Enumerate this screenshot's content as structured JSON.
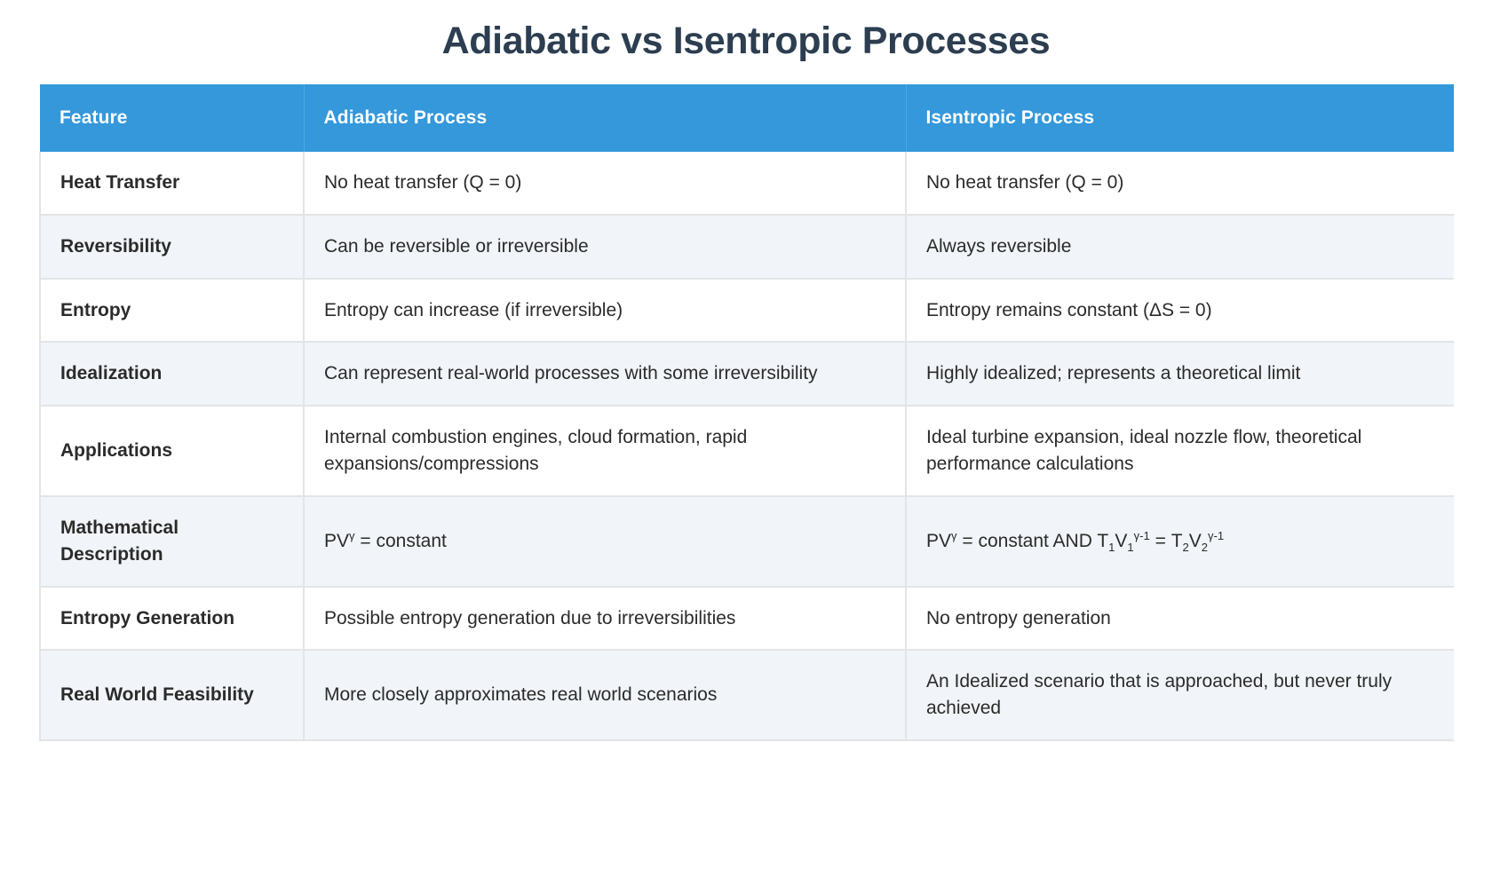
{
  "title": "Adiabatic vs Isentropic Processes",
  "accent_color": "#3498db",
  "title_color": "#2c3e50",
  "row_stripe_color": "#f1f4f8",
  "border_color": "#e2e4e6",
  "table": {
    "headers": {
      "feature": "Feature",
      "adiabatic": "Adiabatic Process",
      "isentropic": "Isentropic Process"
    },
    "rows": [
      {
        "feature": "Heat Transfer",
        "adiabatic": "No heat transfer (Q = 0)",
        "isentropic": "No heat transfer (Q = 0)"
      },
      {
        "feature": "Reversibility",
        "adiabatic": "Can be reversible or irreversible",
        "isentropic": "Always reversible"
      },
      {
        "feature": "Entropy",
        "adiabatic": "Entropy can increase (if irreversible)",
        "isentropic": "Entropy remains constant (ΔS = 0)"
      },
      {
        "feature": "Idealization",
        "adiabatic": "Can represent real-world processes with some irreversibility",
        "isentropic": "Highly idealized; represents a theoretical limit"
      },
      {
        "feature": "Applications",
        "adiabatic": "Internal combustion engines, cloud formation, rapid expansions/compressions",
        "isentropic": "Ideal turbine expansion, ideal nozzle flow, theoretical performance calculations"
      },
      {
        "feature": "Mathematical Description",
        "adiabatic_formula": {
          "plain": "PVγ = constant",
          "parts": [
            {
              "t": "PV"
            },
            {
              "t": "γ",
              "s": "sup"
            },
            {
              "t": " = constant"
            }
          ]
        },
        "isentropic_formula": {
          "plain": "PVγ = constant AND T1V1γ-1 = T2V2γ-1",
          "parts": [
            {
              "t": "PV"
            },
            {
              "t": "γ",
              "s": "sup"
            },
            {
              "t": " = constant AND T"
            },
            {
              "t": "1",
              "s": "sub"
            },
            {
              "t": "V"
            },
            {
              "t": "1",
              "s": "sub"
            },
            {
              "t": "γ-1",
              "s": "sup"
            },
            {
              "t": " = T"
            },
            {
              "t": "2",
              "s": "sub"
            },
            {
              "t": "V"
            },
            {
              "t": "2",
              "s": "sub"
            },
            {
              "t": "γ-1",
              "s": "sup"
            }
          ]
        }
      },
      {
        "feature": "Entropy Generation",
        "adiabatic": "Possible entropy generation due to irreversibilities",
        "isentropic": "No entropy generation"
      },
      {
        "feature": "Real World Feasibility",
        "adiabatic": "More closely approximates real world scenarios",
        "isentropic": "An Idealized scenario that is approached, but never truly achieved"
      }
    ]
  }
}
